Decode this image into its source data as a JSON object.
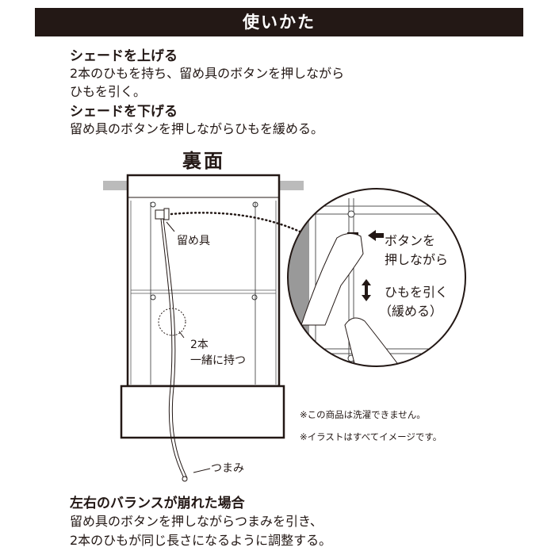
{
  "header": {
    "title": "使いかた"
  },
  "raise": {
    "heading": "シェードを上げる",
    "lines": [
      "2本のひもを持ち、留め具のボタンを押しながら",
      "ひもを引く。"
    ]
  },
  "lower": {
    "heading": "シェードを下げる",
    "lines": [
      "留め具のボタンを押しながらひもを緩める。"
    ]
  },
  "diagram": {
    "title": "裏面",
    "labels": {
      "clip": "留め具",
      "hold": [
        "2本",
        "一緒に持つ"
      ],
      "knob": "つまみ"
    },
    "zoom": {
      "press": [
        "ボタンを",
        "押しながら"
      ],
      "pull": [
        "ひもを引く",
        "（緩める）"
      ]
    }
  },
  "notes": [
    "※この商品は洗濯できません。",
    "※イラストはすべてイメージです。"
  ],
  "balance": {
    "heading": "左右のバランスが崩れた場合",
    "lines": [
      "留め具のボタンを押しながらつまみを引き、",
      "2本のひもが同じ長さになるように調整する。"
    ]
  }
}
